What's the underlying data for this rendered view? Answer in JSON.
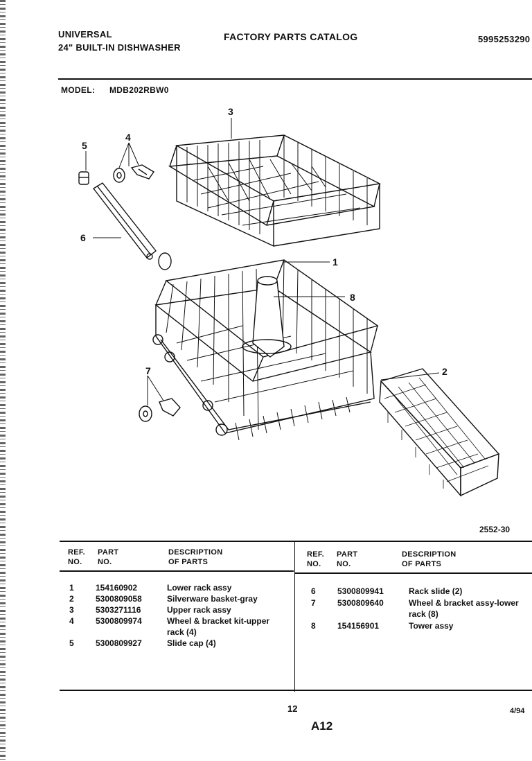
{
  "header": {
    "brand": "UNIVERSAL",
    "product": "24\" BUILT-IN DISHWASHER",
    "catalog_title": "FACTORY PARTS CATALOG",
    "catalog_number": "5995253290"
  },
  "model": {
    "label": "MODEL:",
    "value": "MDB202RBW0"
  },
  "diagram": {
    "figure_code": "2552-30",
    "callouts": [
      "1",
      "2",
      "3",
      "4",
      "5",
      "6",
      "7",
      "8"
    ]
  },
  "table": {
    "headers": {
      "ref": "REF.",
      "no": "NO.",
      "part": "PART",
      "part_no": "NO.",
      "desc": "DESCRIPTION",
      "desc2": "OF PARTS"
    },
    "left_rows": [
      {
        "ref": "1",
        "part": "154160902",
        "desc": "Lower rack assy"
      },
      {
        "ref": "2",
        "part": "5300809058",
        "desc": "Silverware basket-gray"
      },
      {
        "ref": "3",
        "part": "5303271116",
        "desc": "Upper rack assy"
      },
      {
        "ref": "4",
        "part": "5300809974",
        "desc": "Wheel & bracket kit-upper rack (4)"
      },
      {
        "ref": "5",
        "part": "5300809927",
        "desc": "Slide cap (4)"
      }
    ],
    "right_rows": [
      {
        "ref": "6",
        "part": "5300809941",
        "desc": "Rack slide (2)"
      },
      {
        "ref": "7",
        "part": "5300809640",
        "desc": "Wheel & bracket assy-lower rack (8)"
      },
      {
        "ref": "8",
        "part": "154156901",
        "desc": "Tower assy"
      }
    ]
  },
  "footer": {
    "page_number": "12",
    "page_code": "A12",
    "date": "4/94"
  }
}
